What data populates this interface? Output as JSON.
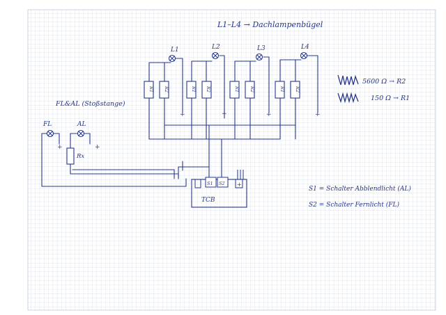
{
  "header_note": "L1–L4 → Dachlampenbügel",
  "lamps": [
    {
      "label": "L1",
      "res_left": "R1",
      "res_right": "R2"
    },
    {
      "label": "L2",
      "res_left": "R1",
      "res_right": "R2"
    },
    {
      "label": "L3",
      "res_left": "R1",
      "res_right": "R2"
    },
    {
      "label": "L4",
      "res_left": "R1",
      "res_right": "R2"
    }
  ],
  "plus_sign": "+",
  "bumper_note": "FL&AL (Stoßstange)",
  "bumper_lamps": {
    "fl": "FL",
    "al": "AL"
  },
  "rx_label": "Rx",
  "module": {
    "label": "TCB",
    "s1": "S1",
    "s2": "S2"
  },
  "resistor_legend": [
    {
      "value": "5600 Ω",
      "name": "R2"
    },
    {
      "value": "150 Ω",
      "name": "R1"
    }
  ],
  "switch_legend": [
    {
      "id": "S1",
      "text": "Schalter Abblendlicht",
      "code": "(AL)"
    },
    {
      "id": "S2",
      "text": "Schalter Fernlicht",
      "code": "(FL)"
    }
  ],
  "colors": {
    "ink": "#24358f",
    "grid": "#b9c6d8",
    "paper": "#ffffff"
  }
}
